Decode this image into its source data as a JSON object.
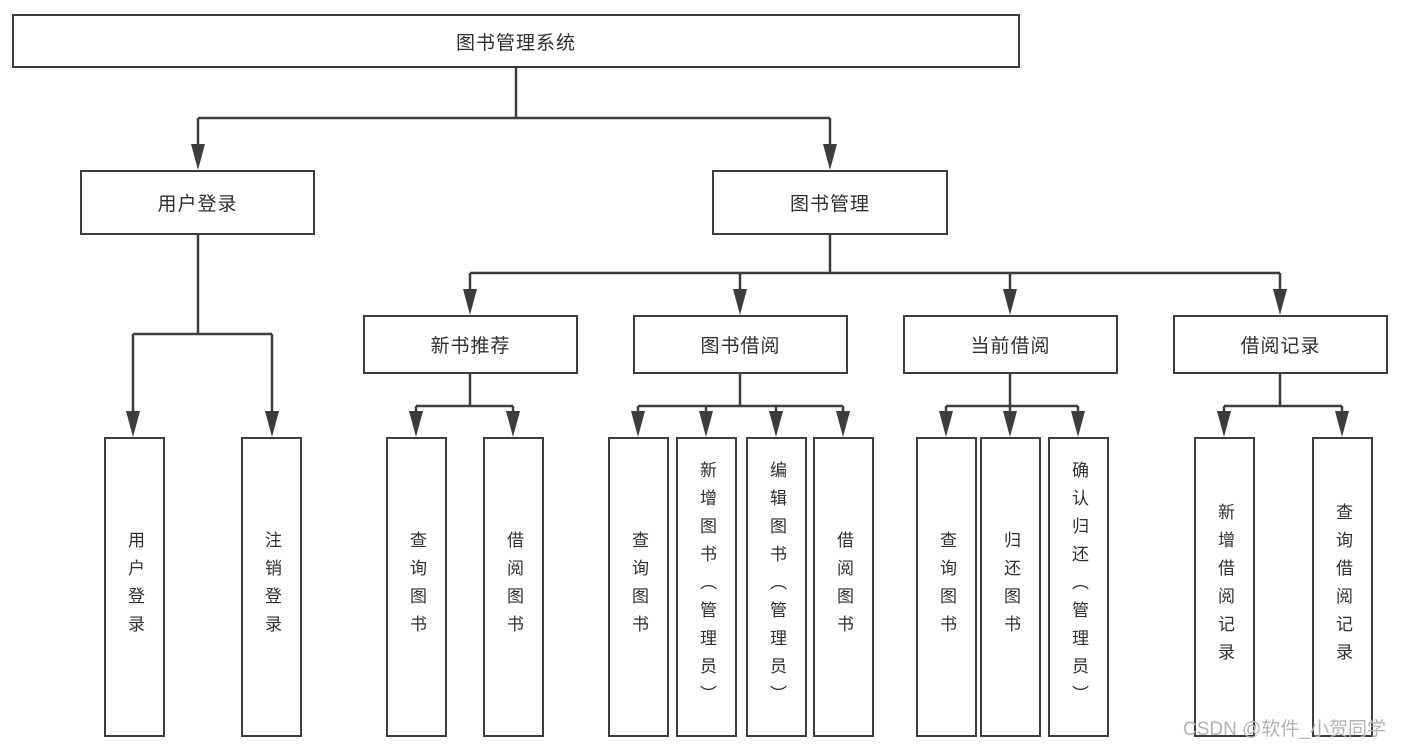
{
  "colors": {
    "line": "#3d3d3d",
    "text": "#2f2f2f",
    "box_fill": "#ffffff",
    "watermark": "#b3b3b3"
  },
  "watermark": "CSDN @软件_小贺同学",
  "tree": {
    "root": {
      "label": "图书管理系统"
    },
    "user_login": {
      "label": "用户登录",
      "children": [
        {
          "label": "用户登录"
        },
        {
          "label": "注销登录"
        }
      ]
    },
    "book_mgmt": {
      "label": "图书管理",
      "children": [
        {
          "label": "新书推荐",
          "children": [
            {
              "label": "查询图书"
            },
            {
              "label": "借阅图书"
            }
          ]
        },
        {
          "label": "图书借阅",
          "children": [
            {
              "label": "查询图书"
            },
            {
              "label": "新增图书（管理员）"
            },
            {
              "label": "编辑图书（管理员）"
            },
            {
              "label": "借阅图书"
            }
          ]
        },
        {
          "label": "当前借阅",
          "children": [
            {
              "label": "查询图书"
            },
            {
              "label": "归还图书"
            },
            {
              "label": "确认归还（管理员）"
            }
          ]
        },
        {
          "label": "借阅记录",
          "children": [
            {
              "label": "新增借阅记录"
            },
            {
              "label": "查询借阅记录"
            }
          ]
        }
      ]
    }
  }
}
